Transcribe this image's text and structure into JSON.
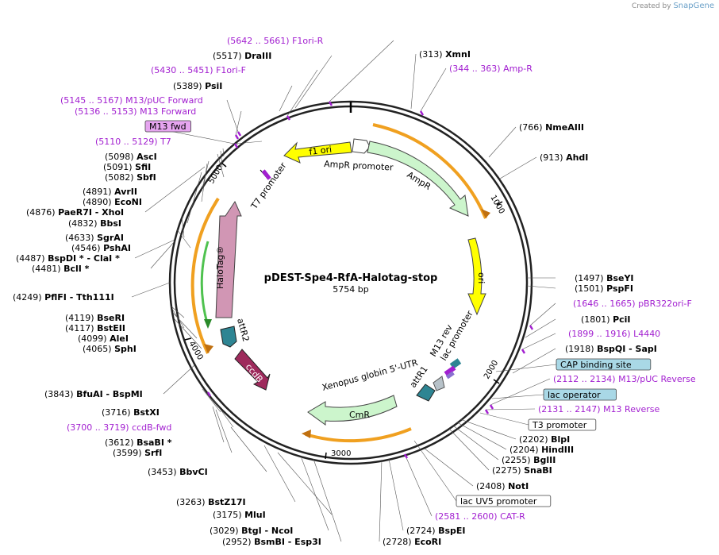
{
  "credit": {
    "prefix": "Created by",
    "brand": "SnapGene"
  },
  "plasmid": {
    "name": "pDEST-Spe4-RfA-Halotag-stop",
    "size": "5754 bp"
  },
  "ring_ticks": [
    "1000",
    "2000",
    "3000",
    "4000",
    "5000"
  ],
  "enzymes": [
    {
      "name": "DraIII",
      "pos": "(5517)"
    },
    {
      "name": "PsiI",
      "pos": "(5389)"
    },
    {
      "name": "XmnI",
      "pos": "(313)"
    },
    {
      "name": "NmeAIII",
      "pos": "(766)"
    },
    {
      "name": "AhdI",
      "pos": "(913)"
    },
    {
      "name": "AscI",
      "pos": "(5098)"
    },
    {
      "name": "SfiI",
      "pos": "(5091)"
    },
    {
      "name": "SbfI",
      "pos": "(5082)"
    },
    {
      "name": "AvrII",
      "pos": "(4891)"
    },
    {
      "name": "EcoNI",
      "pos": "(4890)"
    },
    {
      "name": "PaeR7I - XhoI",
      "pos": "(4876)"
    },
    {
      "name": "BbsI",
      "pos": "(4832)"
    },
    {
      "name": "SgrAI",
      "pos": "(4633)"
    },
    {
      "name": "PshAI",
      "pos": "(4546)"
    },
    {
      "name": "BspDI * - ClaI *",
      "pos": "(4487)"
    },
    {
      "name": "BclI *",
      "pos": "(4481)"
    },
    {
      "name": "PflFI - Tth111I",
      "pos": "(4249)"
    },
    {
      "name": "BseRI",
      "pos": "(4119)"
    },
    {
      "name": "BstEII",
      "pos": "(4117)"
    },
    {
      "name": "AleI",
      "pos": "(4099)"
    },
    {
      "name": "SphI",
      "pos": "(4065)"
    },
    {
      "name": "BfuAI - BspMI",
      "pos": "(3843)"
    },
    {
      "name": "BstXI",
      "pos": "(3716)"
    },
    {
      "name": "BsaBI *",
      "pos": "(3612)"
    },
    {
      "name": "SrfI",
      "pos": "(3599)"
    },
    {
      "name": "BbvCI",
      "pos": "(3453)"
    },
    {
      "name": "BstZ17I",
      "pos": "(3263)"
    },
    {
      "name": "MluI",
      "pos": "(3175)"
    },
    {
      "name": "BtgI - NcoI",
      "pos": "(3029)"
    },
    {
      "name": "BsmBI - Esp3I",
      "pos": "(2952)"
    },
    {
      "name": "BspEI",
      "pos": "(2724)"
    },
    {
      "name": "EcoRI",
      "pos": "(2728)"
    },
    {
      "name": "NotI",
      "pos": "(2408)"
    },
    {
      "name": "SnaBI",
      "pos": "(2275)"
    },
    {
      "name": "BglII",
      "pos": "(2255)"
    },
    {
      "name": "HindIII",
      "pos": "(2204)"
    },
    {
      "name": "BlpI",
      "pos": "(2202)"
    },
    {
      "name": "BseYI",
      "pos": "(1497)"
    },
    {
      "name": "PspFI",
      "pos": "(1501)"
    },
    {
      "name": "PciI",
      "pos": "(1801)"
    },
    {
      "name": "BspQI - SapI",
      "pos": "(1918)"
    }
  ],
  "primers": [
    {
      "range": "(5642 .. 5661)",
      "name": "F1ori-R"
    },
    {
      "range": "(5430 .. 5451)",
      "name": "F1ori-F"
    },
    {
      "range": "(5145 .. 5167)",
      "name": "M13/pUC Forward"
    },
    {
      "range": "(5136 .. 5153)",
      "name": "M13 Forward"
    },
    {
      "range": "(5110 .. 5129)",
      "name": "T7"
    },
    {
      "range": "(344 .. 363)",
      "name": "Amp-R"
    },
    {
      "range": "(1646 .. 1665)",
      "name": "pBR322ori-F"
    },
    {
      "range": "(1899 .. 1916)",
      "name": "L4440"
    },
    {
      "range": "(2112 .. 2134)",
      "name": "M13/pUC Reverse"
    },
    {
      "range": "(2131 .. 2147)",
      "name": "M13 Reverse"
    },
    {
      "range": "(2581 .. 2600)",
      "name": "CAT-R"
    },
    {
      "range": "(3700 .. 3719)",
      "name": "ccdB-fwd"
    }
  ],
  "boxed_features": [
    {
      "name": "M13 fwd",
      "color": "#e6a5f0"
    },
    {
      "name": "CAP binding site",
      "color": "#a9d8e6"
    },
    {
      "name": "lac operator",
      "color": "#a9d8e6"
    },
    {
      "name": "T3 promoter",
      "color": "#ffffff"
    },
    {
      "name": "lac UV5 promoter",
      "color": "#ffffff"
    }
  ],
  "features": {
    "f1_ori": "f1 ori",
    "ampr_promoter": "AmpR promoter",
    "ampr": "AmpR",
    "ori": "ori",
    "t7_promoter": "T7 promoter",
    "halotag": "HaloTag®",
    "attr2": "attR2",
    "ccdb": "ccdB",
    "m13_rev": "M13 rev",
    "lac_promoter": "lac promoter",
    "xenopus": "Xenopus globin 5'-UTR",
    "attr1": "attR1",
    "cmr": "CmR"
  },
  "colors": {
    "primer": "#a21fd0",
    "f1ori": "#ffff00",
    "ampr": "#ccf5cc",
    "halotag": "#d196b4",
    "ccdb": "#9e2a5c",
    "att": "#2e8593",
    "orf_arc": "#f0a020"
  }
}
